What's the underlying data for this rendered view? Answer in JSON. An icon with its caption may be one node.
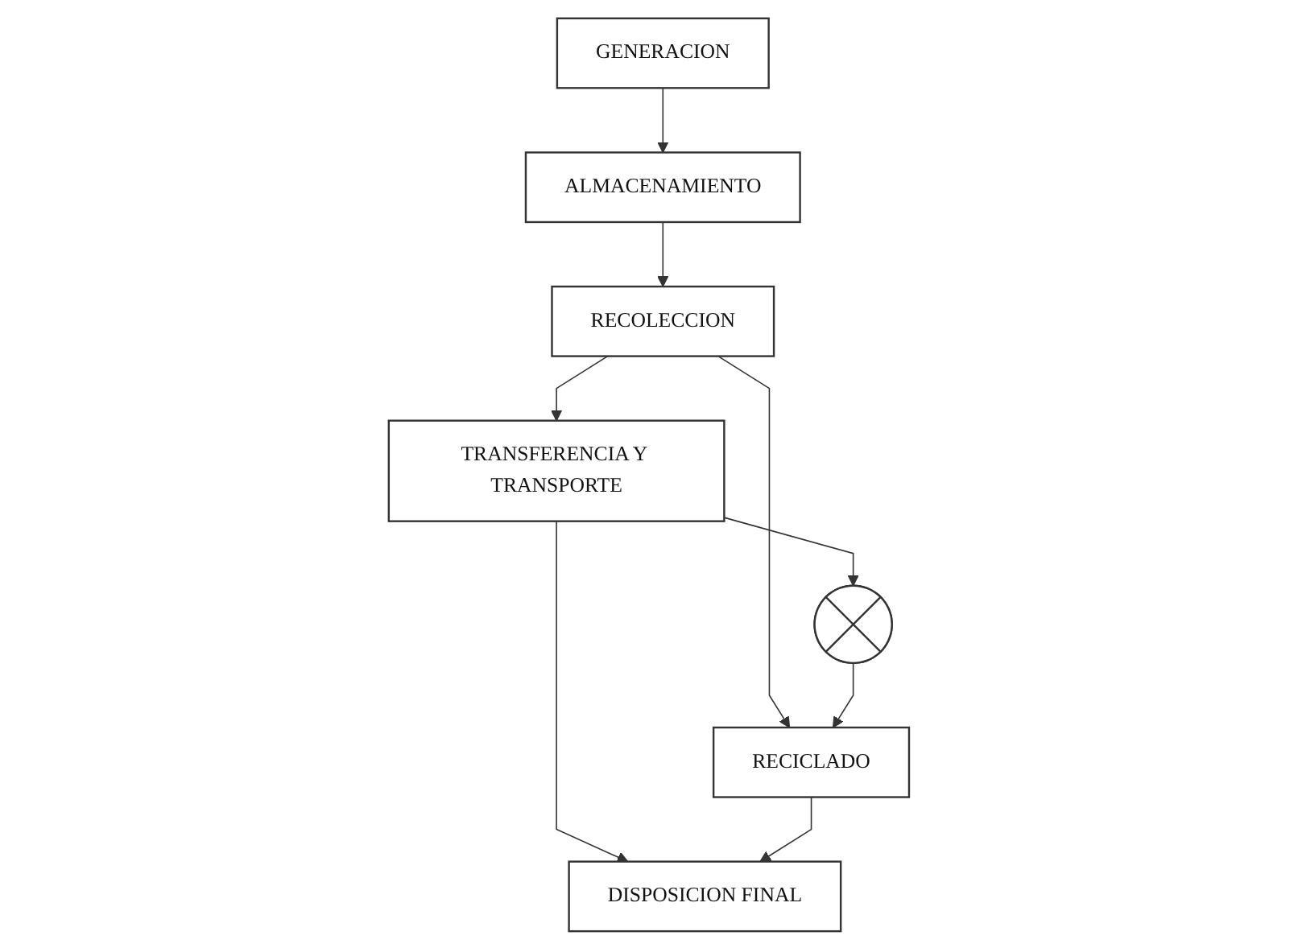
{
  "diagram": {
    "nodes": [
      {
        "text": [
          "GENERACION"
        ]
      },
      {
        "text": [
          "ALMACENAMIENTO"
        ]
      },
      {
        "text": [
          "RECOLECCION"
        ]
      },
      {
        "text": [
          "TRANSFERENCIA Y TRANSPORTE"
        ]
      },
      {
        "text": [],
        "shape": "cross"
      },
      {
        "text": [
          "RECICLADO"
        ]
      },
      {
        "text": [
          "DISPOSICION FINAL"
        ]
      }
    ],
    "edges": [
      {
        "from": 0,
        "to": 1,
        "arrow": "to"
      },
      {
        "from": 1,
        "to": 2,
        "arrow": "to"
      },
      {
        "from": 2,
        "to": 3,
        "arrow": "to"
      },
      {
        "from": 2,
        "to": 5,
        "arrow": "to"
      },
      {
        "from": 3,
        "to": 4,
        "arrow": "to"
      },
      {
        "from": 4,
        "to": 5,
        "arrow": "to"
      },
      {
        "from": 3,
        "to": 6,
        "arrow": "to"
      },
      {
        "from": 5,
        "to": 6,
        "arrow": "to"
      }
    ]
  }
}
